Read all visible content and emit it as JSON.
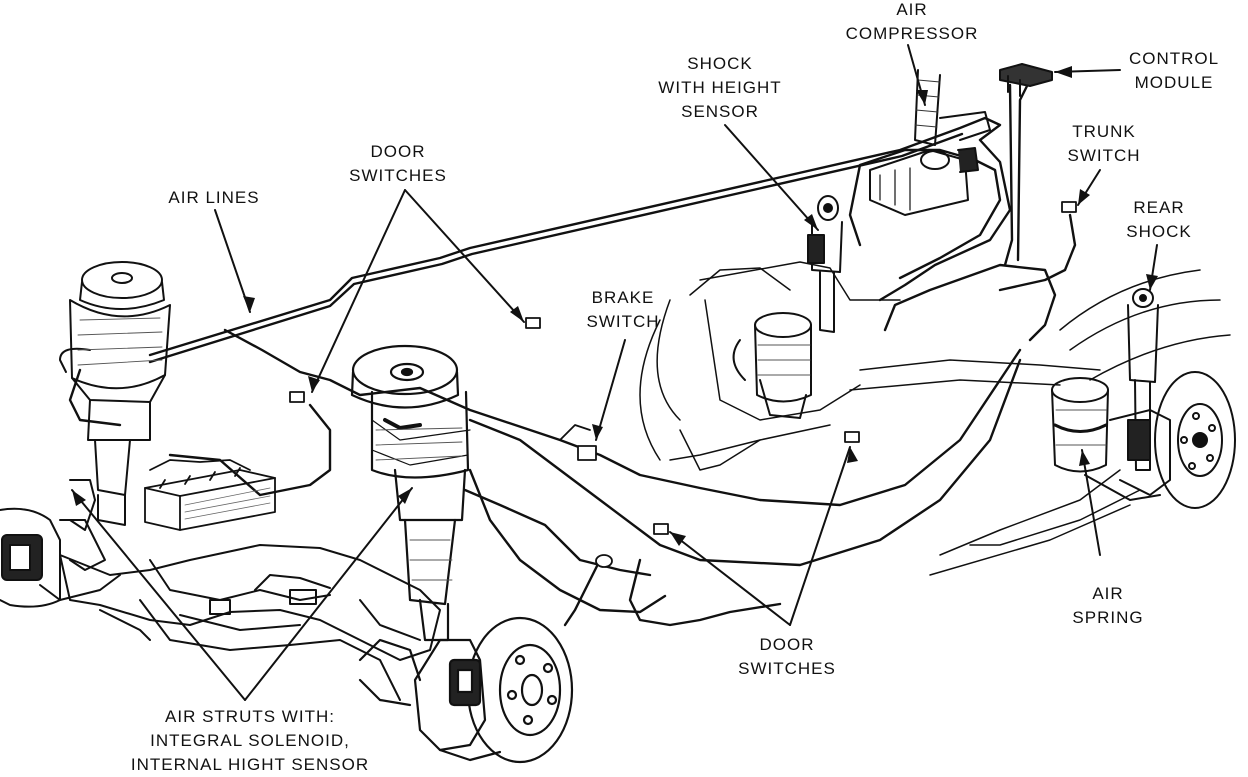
{
  "labels": {
    "air_compressor": [
      "AIR",
      "COMPRESSOR"
    ],
    "control_module": [
      "CONTROL",
      "MODULE"
    ],
    "shock_height_sensor": [
      "SHOCK",
      "WITH HEIGHT",
      "SENSOR"
    ],
    "trunk_switch": [
      "TRUNK",
      "SWITCH"
    ],
    "door_switches_top": [
      "DOOR",
      "SWITCHES"
    ],
    "air_lines": [
      "AIR LINES"
    ],
    "rear_shock": [
      "REAR",
      "SHOCK"
    ],
    "brake_switch": [
      "BRAKE",
      "SWITCH"
    ],
    "air_spring": [
      "AIR",
      "SPRING"
    ],
    "door_switches_bottom": [
      "DOOR",
      "SWITCHES"
    ],
    "air_struts": [
      "AIR STRUTS WITH:",
      "INTEGRAL SOLENOID,",
      "INTERNAL HIGHT SENSOR"
    ]
  },
  "colors": {
    "ink": "#111111",
    "paper": "#ffffff",
    "shade": "#444444"
  }
}
